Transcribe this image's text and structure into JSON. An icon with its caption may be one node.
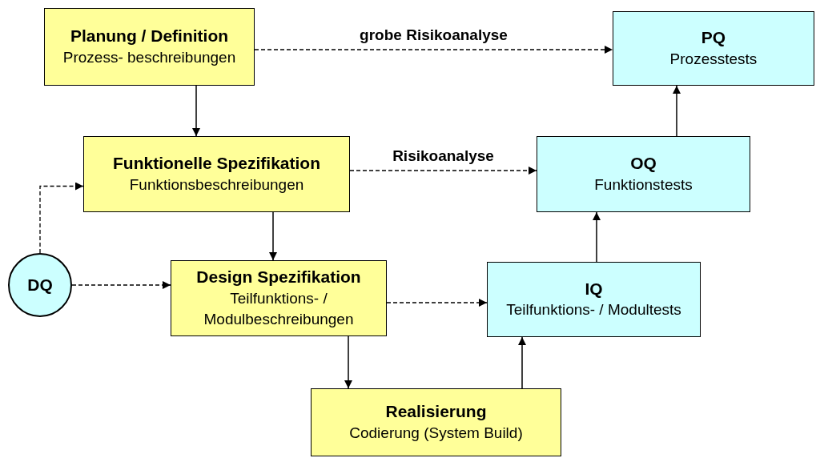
{
  "diagram": {
    "nodes": [
      {
        "text": [
          "Planung / Definition",
          "Prozess- beschreibungen"
        ]
      },
      {
        "text": [
          "PQ",
          "Prozesstests"
        ]
      },
      {
        "text": [
          "Funktionelle Spezifikation",
          "Funktionsbeschreibungen"
        ]
      },
      {
        "text": [
          "OQ",
          "Funktionstests"
        ]
      },
      {
        "text": [
          "DQ"
        ]
      },
      {
        "text": [
          "Design Spezifikation",
          "Teilfunktions- / Modulbeschreibungen"
        ]
      },
      {
        "text": [
          "IQ",
          "Teilfunktions- / Modultests"
        ]
      },
      {
        "text": [
          "Realisierung",
          "Codierung (System Build)"
        ]
      }
    ],
    "edges": [
      {
        "from": 0,
        "to": 1,
        "arrow": "to",
        "style": "dashed",
        "label": "grobe Risikoanalyse"
      },
      {
        "from": 0,
        "to": 2,
        "arrow": "to"
      },
      {
        "from": 2,
        "to": 3,
        "arrow": "to",
        "style": "dashed",
        "label": "Risikoanalyse"
      },
      {
        "from": 2,
        "to": 5,
        "arrow": "to"
      },
      {
        "from": 4,
        "to": 2,
        "arrow": "to",
        "style": "dashed"
      },
      {
        "from": 4,
        "to": 5,
        "arrow": "to",
        "style": "dashed"
      },
      {
        "from": 5,
        "to": 6,
        "arrow": "to",
        "style": "dashed"
      },
      {
        "from": 5,
        "to": 7,
        "arrow": "to"
      },
      {
        "from": 7,
        "to": 6,
        "arrow": "to"
      },
      {
        "from": 6,
        "to": 3,
        "arrow": "to"
      },
      {
        "from": 3,
        "to": 1,
        "arrow": "to"
      }
    ]
  }
}
